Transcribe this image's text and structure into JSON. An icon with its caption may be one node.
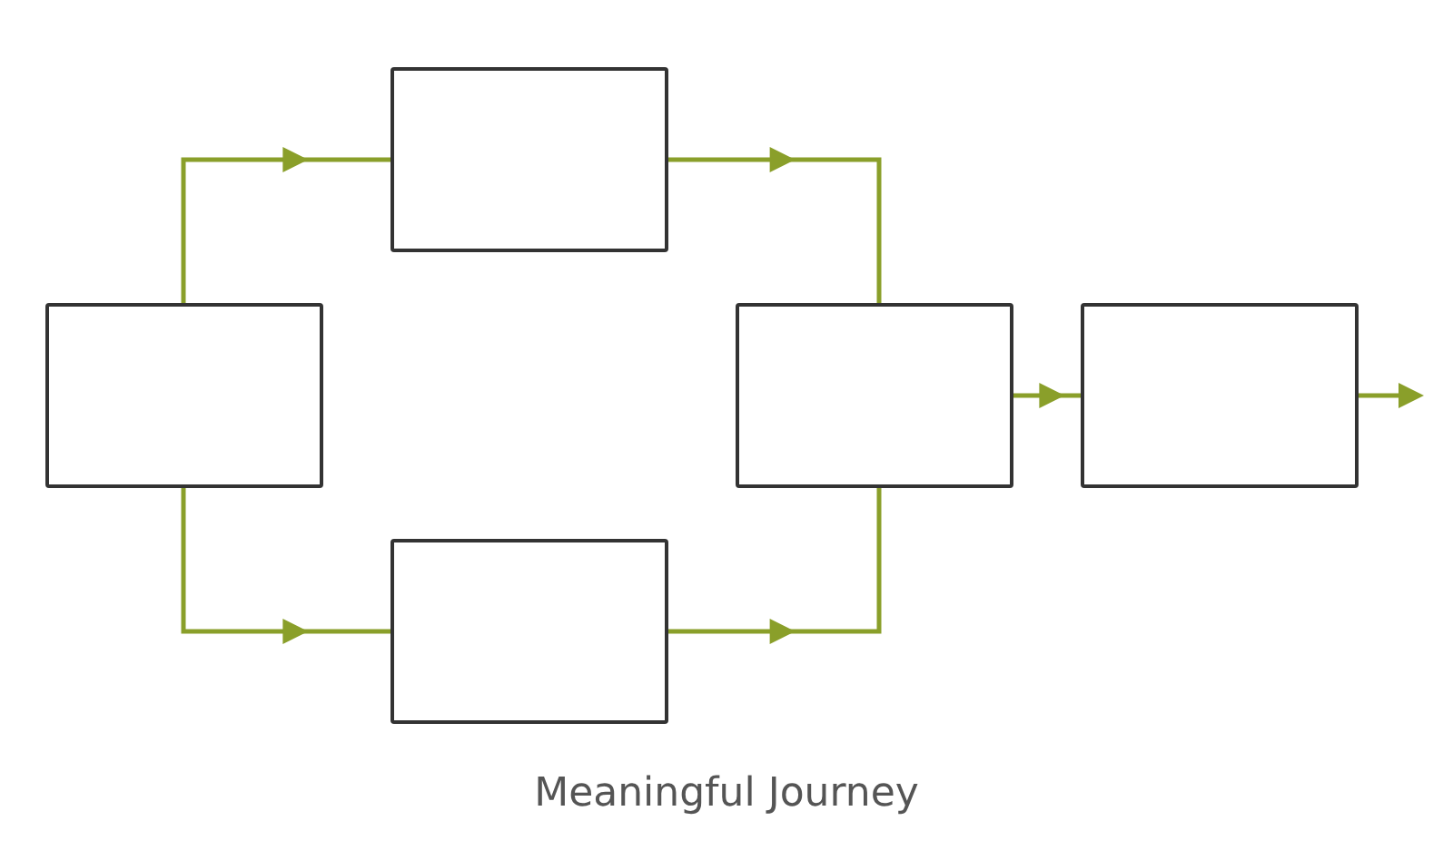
{
  "diagram": {
    "caption": "Meaningful Journey",
    "nodes": [
      {
        "text": [],
        "shape": "box"
      },
      {
        "text": [],
        "shape": "box"
      },
      {
        "text": [],
        "shape": "box"
      },
      {
        "text": [],
        "shape": "box"
      },
      {
        "text": [],
        "shape": "box"
      }
    ],
    "edges": [
      {
        "from": 0,
        "to": 1,
        "arrow": "to"
      },
      {
        "from": 1,
        "to": 3,
        "arrow": "to"
      },
      {
        "from": 0,
        "to": 2,
        "arrow": "to"
      },
      {
        "from": 2,
        "to": 3,
        "arrow": "to"
      },
      {
        "from": 3,
        "to": 4,
        "arrow": "to"
      },
      {
        "from": 4,
        "to": null,
        "arrow": "to"
      }
    ]
  }
}
